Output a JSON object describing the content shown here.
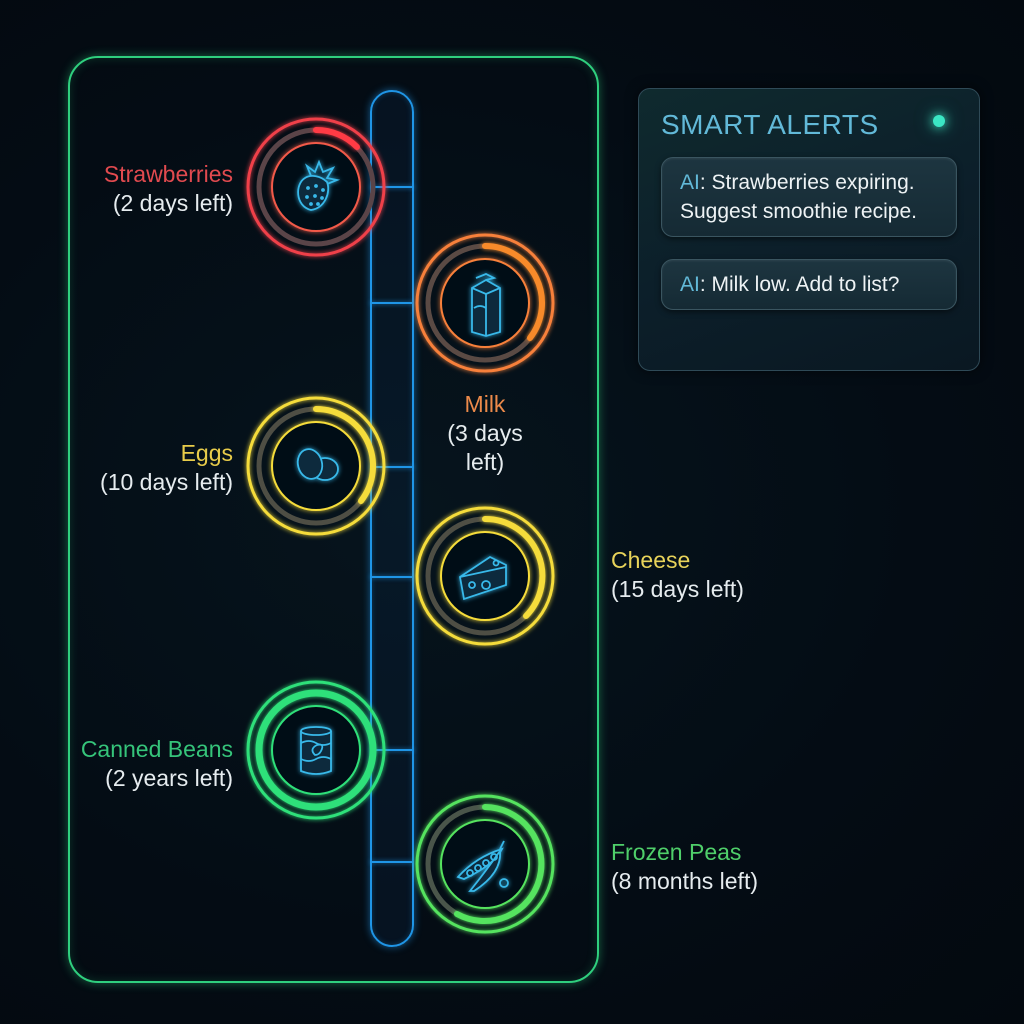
{
  "colors": {
    "frame": "#2fcf7e",
    "timeline": "#1f95e6",
    "icon": "#39b9ea",
    "alert_accent": "#62b9d8",
    "status_dot": "#3be6c4"
  },
  "items": [
    {
      "name": "Strawberries",
      "time_left": "(2 days left)",
      "icon": "strawberry-icon",
      "color": "#f0414a",
      "name_color": "#e14a4f",
      "progress": 0.12,
      "side": "left"
    },
    {
      "name": "Milk",
      "time_left_line1": "(3 days",
      "time_left_line2": "left)",
      "icon": "milk-carton-icon",
      "color": "#f7803a",
      "name_color": "#ec8a4a",
      "progress": 0.36,
      "side": "below"
    },
    {
      "name": "Eggs",
      "time_left": "(10 days left)",
      "icon": "eggs-icon",
      "color": "#f5dc3a",
      "name_color": "#e8cc4a",
      "progress": 0.38,
      "side": "left"
    },
    {
      "name": "Cheese",
      "time_left": "(15 days left)",
      "icon": "cheese-icon",
      "color": "#f5dc3a",
      "name_color": "#e8d35a",
      "progress": 0.38,
      "side": "right"
    },
    {
      "name": "Canned Beans",
      "time_left": "(2 years left)",
      "icon": "canned-beans-icon",
      "color": "#2fe07a",
      "name_color": "#35c47a",
      "progress": 1.0,
      "side": "left"
    },
    {
      "name": "Frozen Peas",
      "time_left": "(8 months left)",
      "icon": "pea-pod-icon",
      "color": "#55e35e",
      "name_color": "#4fcf6a",
      "progress": 0.82,
      "side": "right"
    }
  ],
  "alerts": {
    "title": "SMART ALERTS",
    "cards": [
      {
        "prefix": "AI",
        "line1": ": Strawberries expiring.",
        "line2": "Suggest smoothie recipe."
      },
      {
        "prefix": "AI",
        "line1": ": Milk low. Add to list?"
      }
    ]
  }
}
